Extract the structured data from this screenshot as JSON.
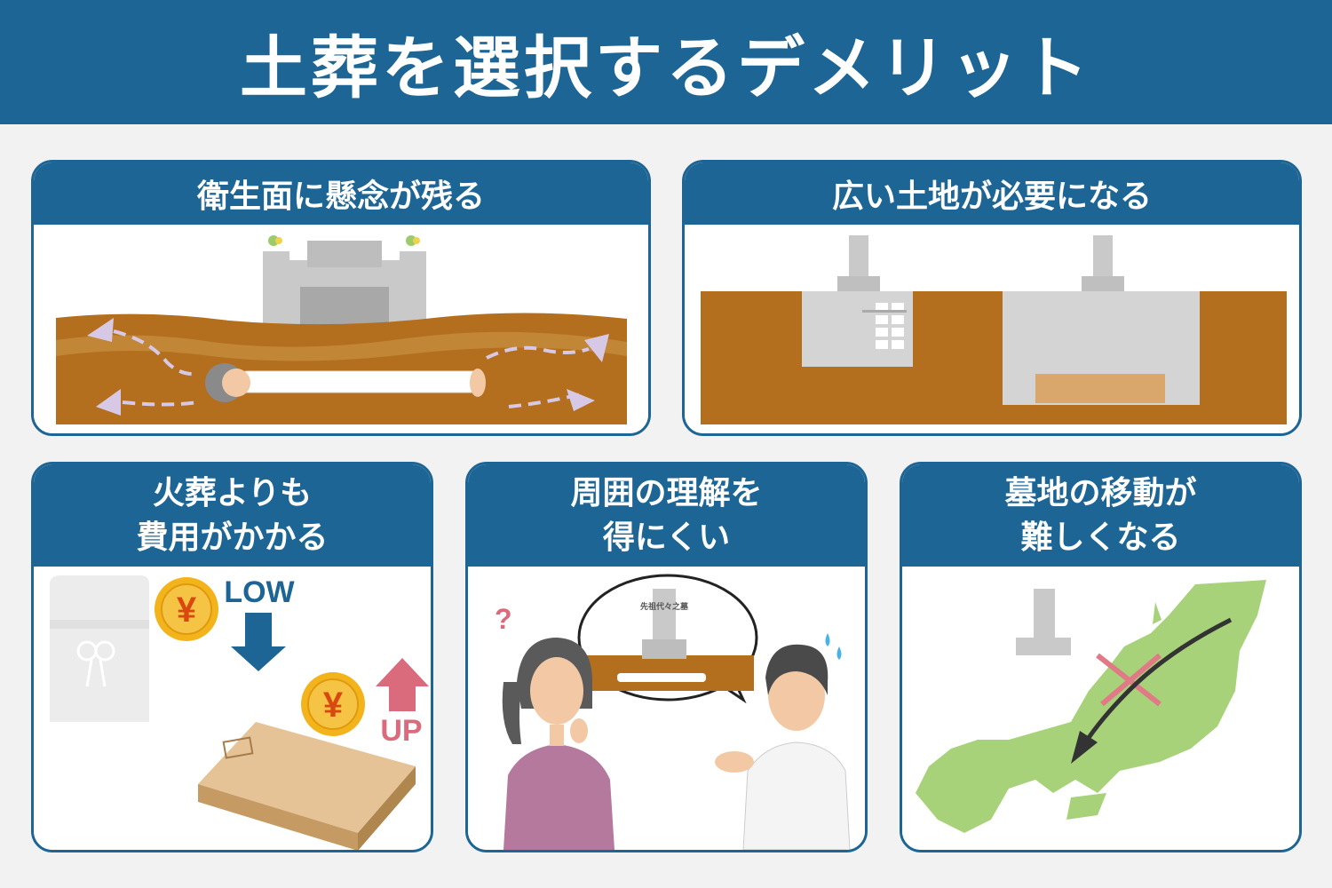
{
  "title": "土葬を選択するデメリット",
  "panels": [
    {
      "title": "衛生面に懸念が残る"
    },
    {
      "title": "広い土地が必要になる"
    },
    {
      "title_line1": "火葬よりも",
      "title_line2": "費用がかかる"
    },
    {
      "title_line1": "周囲の理解を",
      "title_line2": "得にくい"
    },
    {
      "title_line1": "墓地の移動が",
      "title_line2": "難しくなる"
    }
  ],
  "labels": {
    "low": "LOW",
    "up": "UP",
    "yen": "¥",
    "question": "?",
    "gravestone_text": "先祖代々之墓"
  },
  "colors": {
    "primary": "#1d6595",
    "soil": "#b36f1e",
    "soil_dark": "#9c5e16",
    "stone": "#c9c9c9",
    "coin": "#f2b31b",
    "coffin": "#d9b282",
    "map_land": "#a7d27a",
    "cross": "#e07a86",
    "up_arrow": "#d96b7c"
  }
}
